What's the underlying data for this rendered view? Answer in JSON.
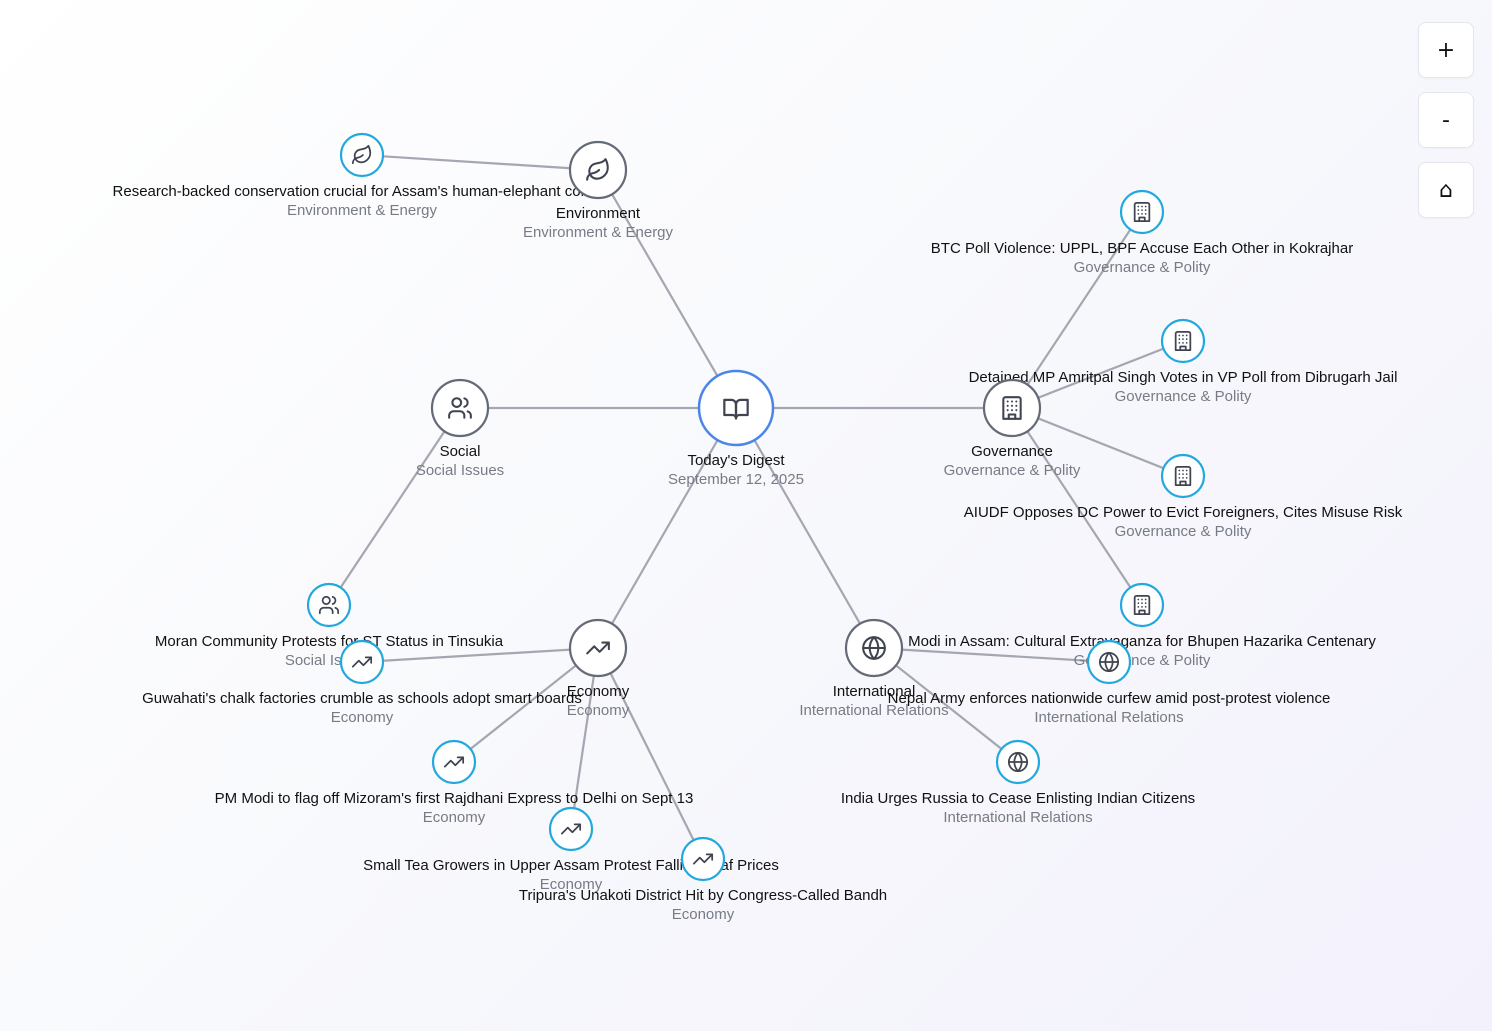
{
  "controls": {
    "zoom_in": "+",
    "zoom_out": "-",
    "home": "⌂"
  },
  "colors": {
    "edge": "#a4a7b1",
    "root_ring": "#4a86e8",
    "category_ring": "#646a76",
    "article_ring": "#22a7de",
    "icon": "#3f4450"
  },
  "graph": {
    "root": {
      "id": "root",
      "title": "Today's Digest",
      "subtitle": "September 12, 2025",
      "icon": "book-icon"
    },
    "categories": [
      {
        "id": "environment",
        "title": "Environment",
        "subtitle": "Environment & Energy",
        "icon": "leaf-icon"
      },
      {
        "id": "social",
        "title": "Social",
        "subtitle": "Social Issues",
        "icon": "users-icon"
      },
      {
        "id": "governance",
        "title": "Governance",
        "subtitle": "Governance & Polity",
        "icon": "building-icon"
      },
      {
        "id": "economy",
        "title": "Economy",
        "subtitle": "Economy",
        "icon": "trending-up-icon"
      },
      {
        "id": "international",
        "title": "International",
        "subtitle": "International Relations",
        "icon": "globe-icon"
      }
    ],
    "articles": [
      {
        "id": "a1",
        "parent": "environment",
        "title": "Research-backed conservation crucial for Assam's human-elephant conflict",
        "subtitle": "Environment & Energy",
        "icon": "leaf-icon"
      },
      {
        "id": "a2",
        "parent": "governance",
        "title": "BTC Poll Violence: UPPL, BPF Accuse Each Other in Kokrajhar",
        "subtitle": "Governance & Polity",
        "icon": "building-icon"
      },
      {
        "id": "a3",
        "parent": "governance",
        "title": "Detained MP Amritpal Singh Votes in VP Poll from Dibrugarh Jail",
        "subtitle": "Governance & Polity",
        "icon": "building-icon"
      },
      {
        "id": "a4",
        "parent": "governance",
        "title": "AIUDF Opposes DC Power to Evict Foreigners, Cites Misuse Risk",
        "subtitle": "Governance & Polity",
        "icon": "building-icon"
      },
      {
        "id": "a5",
        "parent": "governance",
        "title": "Modi in Assam: Cultural Extravaganza for Bhupen Hazarika Centenary",
        "subtitle": "Governance & Polity",
        "icon": "building-icon"
      },
      {
        "id": "a6",
        "parent": "social",
        "title": "Moran Community Protests for ST Status in Tinsukia",
        "subtitle": "Social Issues",
        "icon": "users-icon"
      },
      {
        "id": "a7",
        "parent": "economy",
        "title": "Guwahati's chalk factories crumble as schools adopt smart boards",
        "subtitle": "Economy",
        "icon": "trending-up-icon"
      },
      {
        "id": "a8",
        "parent": "economy",
        "title": "PM Modi to flag off Mizoram's first Rajdhani Express to Delhi on Sept 13",
        "subtitle": "Economy",
        "icon": "trending-up-icon"
      },
      {
        "id": "a9",
        "parent": "economy",
        "title": "Small Tea Growers in Upper Assam Protest Falling Leaf Prices",
        "subtitle": "Economy",
        "icon": "trending-up-icon"
      },
      {
        "id": "a10",
        "parent": "economy",
        "title": "Tripura's Unakoti District Hit by Congress-Called Bandh",
        "subtitle": "Economy",
        "icon": "trending-up-icon"
      },
      {
        "id": "a11",
        "parent": "international",
        "title": "Nepal Army enforces nationwide curfew amid post-protest violence",
        "subtitle": "International Relations",
        "icon": "globe-icon"
      },
      {
        "id": "a12",
        "parent": "international",
        "title": "India Urges Russia to Cease Enlisting Indian Citizens",
        "subtitle": "International Relations",
        "icon": "globe-icon"
      }
    ]
  }
}
